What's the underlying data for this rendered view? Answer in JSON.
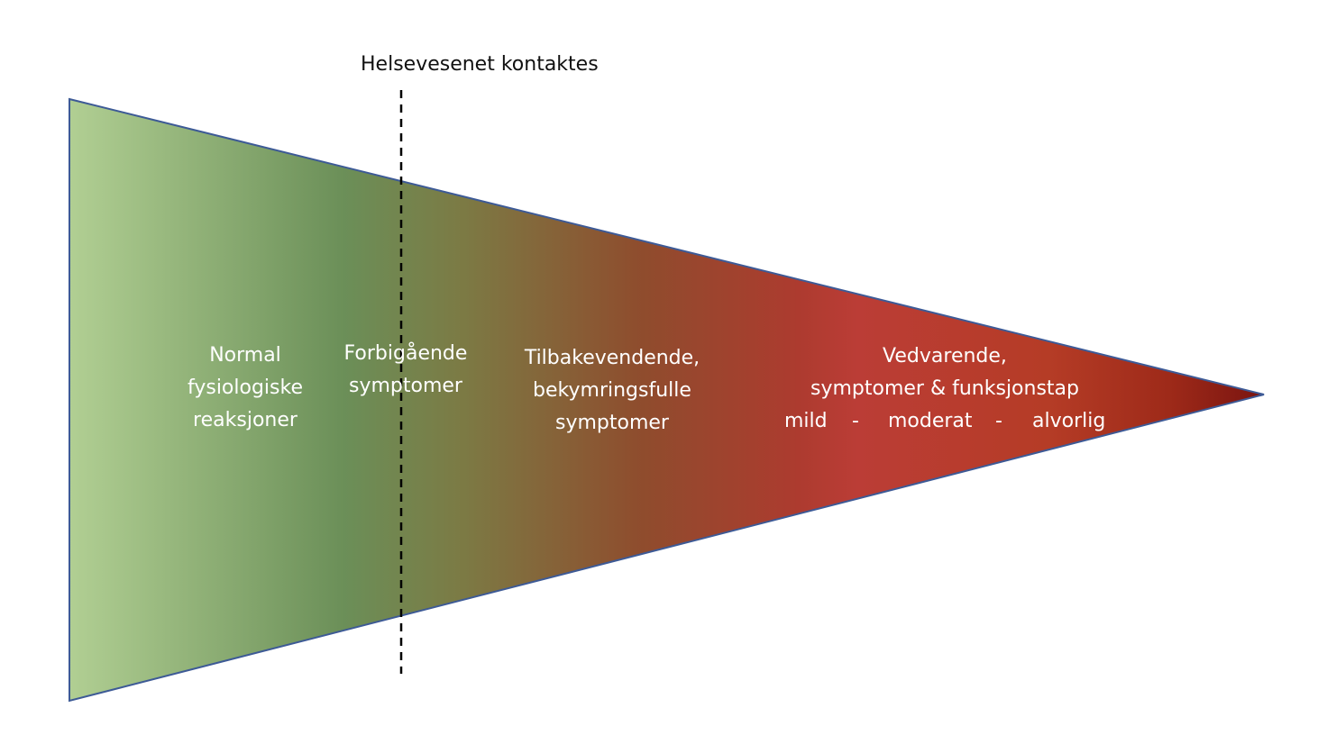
{
  "contact_marker": {
    "label": "Helsevesenet kontaktes"
  },
  "stages": {
    "normal": [
      "Normal",
      "fysiologiske",
      "reaksjoner"
    ],
    "transient": [
      "Forbigående",
      "symptomer"
    ],
    "recurrent": [
      "Tilbakevendende,",
      "bekymringsfulle",
      "symptomer"
    ],
    "persistent": [
      "Vedvarende,",
      "symptomer & funksjonstap"
    ]
  },
  "severity": {
    "mild": "mild",
    "sep1": "-",
    "moderate": "moderat",
    "sep2": "-",
    "severe": "alvorlig"
  },
  "colors": {
    "green_light": "#b1cf93",
    "green_dark": "#6b8f58",
    "olive": "#7c7a44",
    "brown": "#8f4c2d",
    "red": "#bb3d36",
    "red_orange": "#b53c26",
    "dark_red": "#7a1410",
    "outline": "#3d5a96"
  }
}
